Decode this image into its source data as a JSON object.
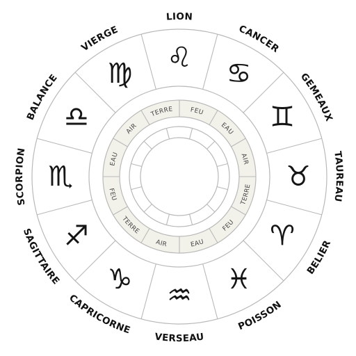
{
  "colors": {
    "ring_stroke": "#b9b9b9",
    "element_band": "#f3f2ea",
    "ink": "#111111",
    "label_text": "#444444"
  },
  "wheel": {
    "signs": [
      {
        "name": "LION",
        "icon": "lion-icon",
        "glyph": "♌"
      },
      {
        "name": "CANCER",
        "icon": "crab-icon",
        "glyph": "♋"
      },
      {
        "name": "GEMEAUX",
        "icon": "twins-icon",
        "glyph": "♊"
      },
      {
        "name": "TAUREAU",
        "icon": "bull-icon",
        "glyph": "♉"
      },
      {
        "name": "BELIER",
        "icon": "ram-icon",
        "glyph": "♈"
      },
      {
        "name": "POISSON",
        "icon": "fish-icon",
        "glyph": "♓"
      },
      {
        "name": "VERSEAU",
        "icon": "water-bearer-icon",
        "glyph": "♒"
      },
      {
        "name": "CAPRICORNE",
        "icon": "goat-icon",
        "glyph": "♑"
      },
      {
        "name": "SAGITTAIRE",
        "icon": "centaur-archer-icon",
        "glyph": "♐"
      },
      {
        "name": "SCORPION",
        "icon": "scorpion-icon",
        "glyph": "♏"
      },
      {
        "name": "BALANCE",
        "icon": "scales-icon",
        "glyph": "♎"
      },
      {
        "name": "VIERGE",
        "icon": "maiden-icon",
        "glyph": "♍"
      }
    ],
    "elements": [
      "FEU",
      "EAU",
      "AIR",
      "TERRE",
      "FEU",
      "EAU",
      "AIR",
      "TERRE",
      "FEU",
      "EAU",
      "AIR",
      "TERRE"
    ]
  }
}
